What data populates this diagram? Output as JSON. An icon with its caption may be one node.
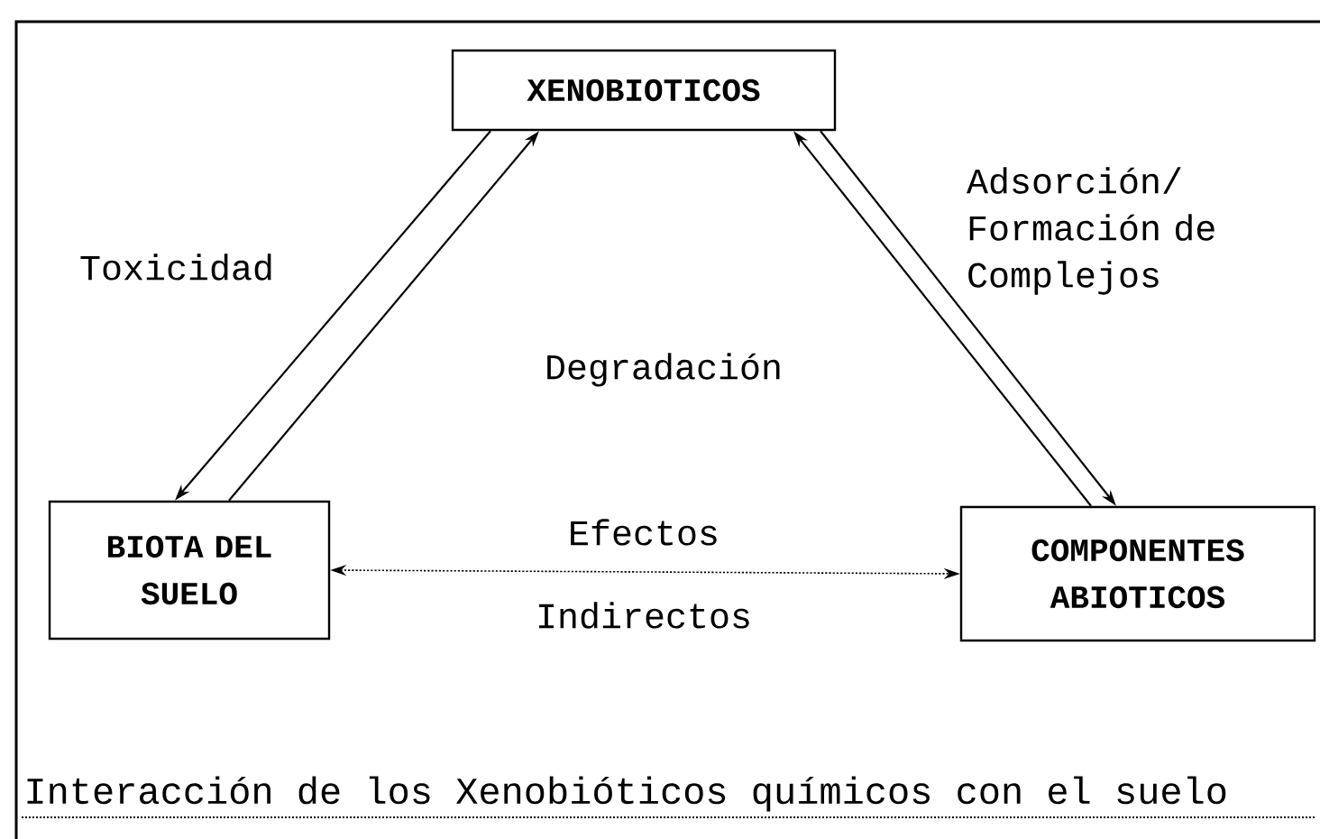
{
  "diagram": {
    "caption": "Interacción de los Xenobióticos químicos con el suelo",
    "nodes": [
      {
        "text": [
          "XENOBIOTICOS"
        ]
      },
      {
        "text": [
          "BIOTA DEL SUELO"
        ]
      },
      {
        "text": [
          "COMPONENTES ABIOTICOS"
        ]
      }
    ],
    "edges": [
      {
        "from": 0,
        "to": 1,
        "arrow": "to",
        "label": "Toxicidad"
      },
      {
        "from": 1,
        "to": 0,
        "arrow": "to",
        "label": "Degradación"
      },
      {
        "from": 2,
        "to": 0,
        "arrow": "to"
      },
      {
        "from": 0,
        "to": 2,
        "arrow": "to",
        "label": "Adsorción/ Formación de Complejos"
      },
      {
        "from": 1,
        "to": 2,
        "arrow": "both",
        "style": "dashed",
        "label": "Efectos Indirectos"
      }
    ]
  }
}
